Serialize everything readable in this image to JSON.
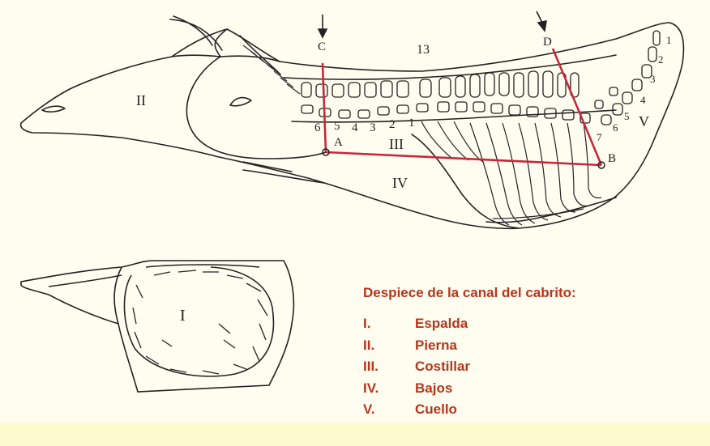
{
  "legend": {
    "title": "Despiece de la canal del cabrito:",
    "items": [
      {
        "roman": "I.",
        "name": "Espalda"
      },
      {
        "roman": "II.",
        "name": "Pierna"
      },
      {
        "roman": "III.",
        "name": "Costillar"
      },
      {
        "roman": "IV.",
        "name": "Bajos"
      },
      {
        "roman": "V.",
        "name": "Cuello"
      }
    ]
  },
  "diagram": {
    "region_labels": [
      "II",
      "III",
      "IV",
      "V",
      "I"
    ],
    "points": [
      "A",
      "B",
      "C",
      "D"
    ],
    "callout": "13",
    "lumbar_numbers": [
      "6",
      "5",
      "4",
      "3",
      "2",
      "1"
    ],
    "neck_numbers": [
      "1",
      "2",
      "3",
      "4",
      "5",
      "6",
      "7"
    ]
  },
  "colors": {
    "cut_line": "#c8283a",
    "legend_text": "#b5361c",
    "ink": "#222222",
    "background": "#fffdf0"
  }
}
